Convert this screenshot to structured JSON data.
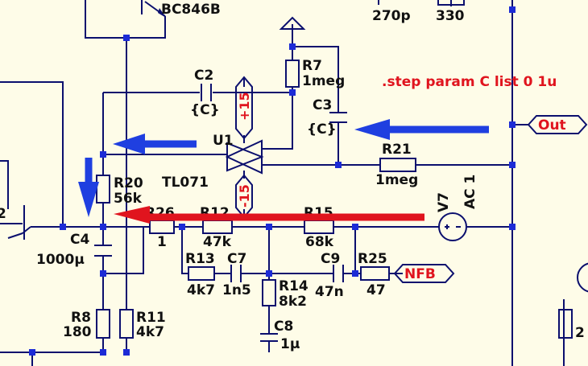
{
  "colors": {
    "background": "#fefce8",
    "wire": "#0b0f6e",
    "junction": "#1c2bd6",
    "arrow_blue": "#1f3fe0",
    "arrow_red": "#e0141e",
    "text": "#111111",
    "directive": "#e0141e"
  },
  "transistor": {
    "part": "BC846B"
  },
  "top_parts": {
    "cap_value": "270p",
    "res_value": "330"
  },
  "directive": ".step param C list 0 1u",
  "opamp": {
    "ref": "U1",
    "part": "TL071",
    "vpos": "+15",
    "vneg": "-15"
  },
  "components": {
    "R7": {
      "ref": "R7",
      "value": "1meg"
    },
    "C2": {
      "ref": "C2",
      "value": "{C}"
    },
    "C3": {
      "ref": "C3",
      "value": "{C}"
    },
    "R21": {
      "ref": "R21",
      "value": "1meg"
    },
    "R20": {
      "ref": "R20",
      "value": "56k"
    },
    "R26": {
      "ref": "R26",
      "value": "1"
    },
    "R12": {
      "ref": "R12",
      "value": "47k"
    },
    "R15": {
      "ref": "R15",
      "value": "68k"
    },
    "C4": {
      "ref": "C4",
      "value": "1000µ"
    },
    "R13": {
      "ref": "R13",
      "value": "4k7"
    },
    "C7": {
      "ref": "C7",
      "value": "1n5"
    },
    "C9": {
      "ref": "C9",
      "value": "47n"
    },
    "R25": {
      "ref": "R25",
      "value": "47"
    },
    "R14": {
      "ref": "R14",
      "value": "8k2"
    },
    "C8": {
      "ref": "C8",
      "value": "1µ"
    },
    "R8": {
      "ref": "R8",
      "value": "180"
    },
    "R11": {
      "ref": "R11",
      "value": "4k7"
    },
    "V7": {
      "ref": "V7",
      "value": "AC 1"
    }
  },
  "net_labels": {
    "out": "Out",
    "nfb": "NFB"
  },
  "edge_labels": {
    "left_2": "2",
    "right_2": "2"
  }
}
